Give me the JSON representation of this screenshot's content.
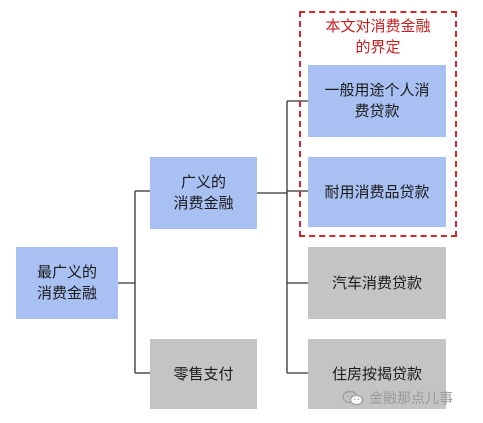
{
  "frame": {
    "title": "本文对消费金融\n的界定"
  },
  "nodes": {
    "broadest": "最广义的\n消费金融",
    "broad": "广义的\n消费金融",
    "retail_payment": "零售支付",
    "general_purpose": "一般用途个人消\n费贷款",
    "durable_goods": "耐用消费品贷款",
    "auto": "汽车消费贷款",
    "mortgage": "住房按揭贷款"
  },
  "watermark": {
    "text": "金融那点儿事",
    "icon": "wechat-icon"
  },
  "colors": {
    "blue": "#a9c0f2",
    "gray": "#c4c4c4",
    "frame_red": "#d22a2a",
    "line": "#333333"
  }
}
